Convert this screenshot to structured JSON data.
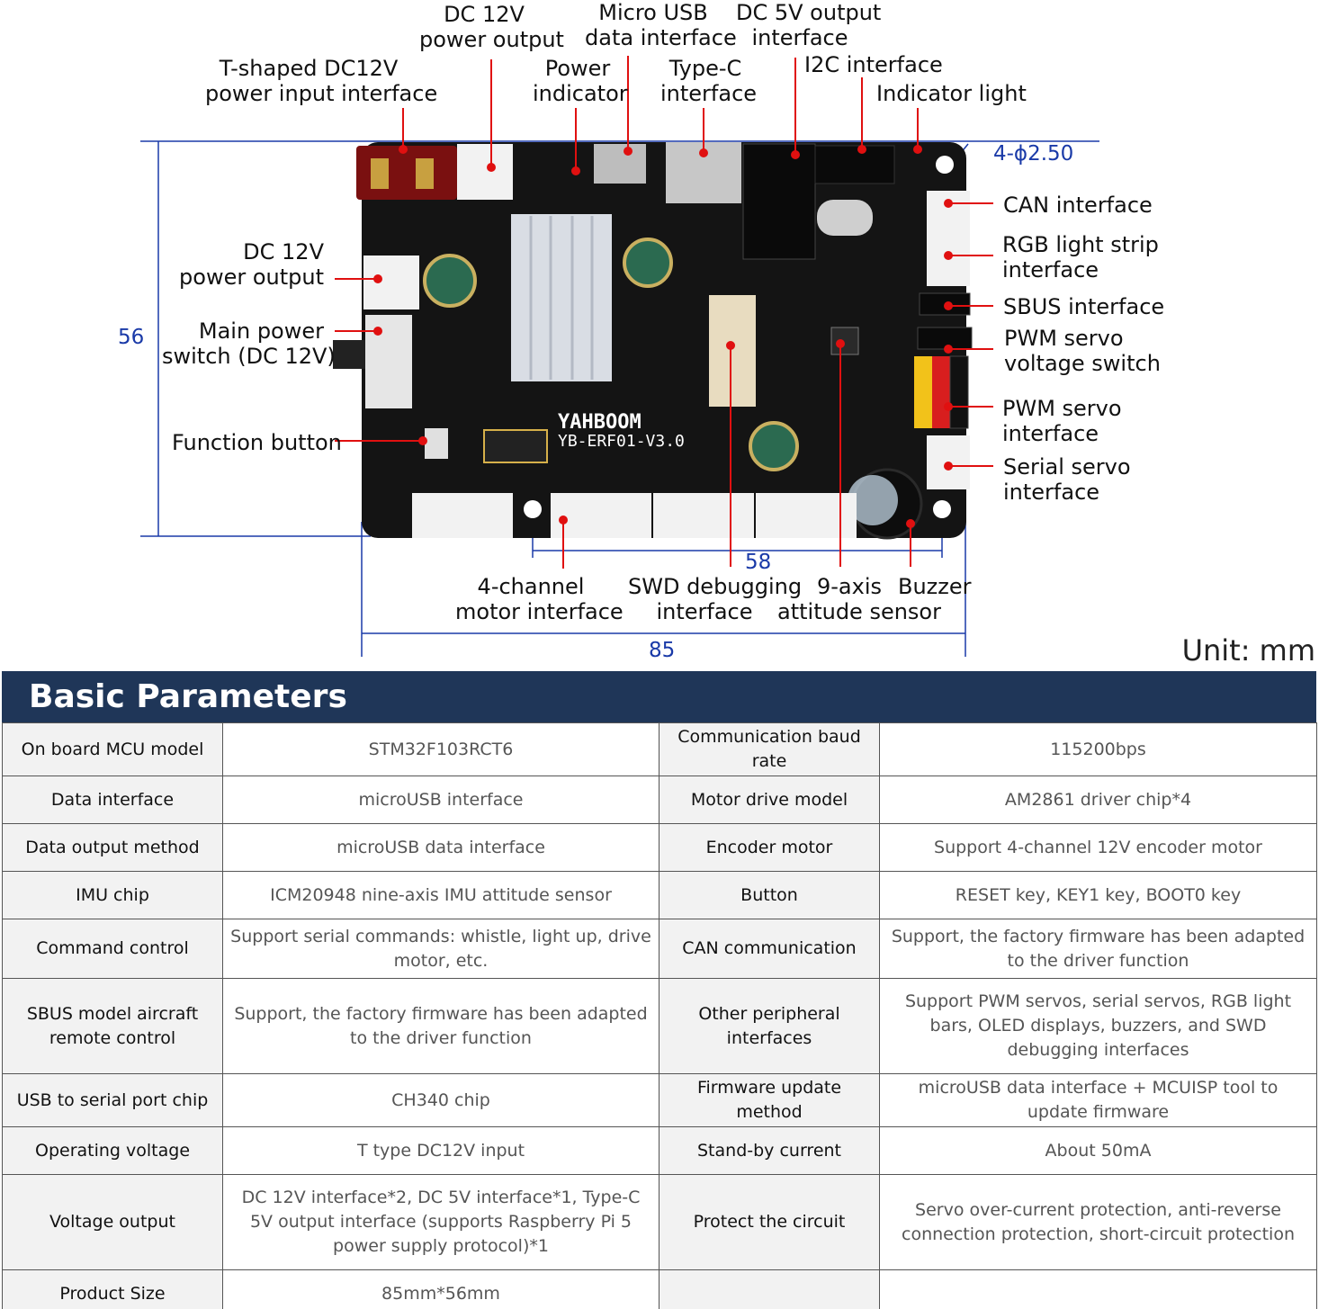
{
  "labels": {
    "dc12v_out_top": [
      "DC 12V",
      "power output"
    ],
    "micro_usb": [
      "Micro USB",
      "data interface"
    ],
    "dc5v_out": [
      "DC 5V output",
      "interface"
    ],
    "t_dc12v_in": [
      "T-shaped DC12V",
      "power input interface"
    ],
    "power_indicator": [
      "Power",
      "indicator"
    ],
    "type_c": [
      "Type-C",
      "interface"
    ],
    "i2c": "I2C interface",
    "indicator_light": "Indicator light",
    "hole_dim": "4-ϕ2.50",
    "can": "CAN interface",
    "rgb": [
      "RGB light strip",
      "interface"
    ],
    "sbus": "SBUS interface",
    "pwm_switch": [
      "PWM servo",
      "voltage switch"
    ],
    "pwm_servo": [
      "PWM servo",
      "interface"
    ],
    "serial_servo": [
      "Serial servo",
      "interface"
    ],
    "dc12v_out_left": [
      "DC 12V",
      "power output"
    ],
    "main_switch": [
      "Main power",
      "switch (DC 12V)"
    ],
    "function_button": "Function button",
    "motor_interface": [
      "4-channel",
      "motor interface"
    ],
    "swd": [
      "SWD debugging",
      "interface"
    ],
    "imu": [
      "9-axis",
      "attitude sensor"
    ],
    "buzzer": "Buzzer",
    "dim_height": "56",
    "dim_holes": "58",
    "dim_width": "85",
    "unit": "Unit: mm"
  },
  "board": {
    "name": "YAHBOOM",
    "model": "YB-ERF01-V3.0"
  },
  "params": {
    "title": "Basic Parameters",
    "rows": [
      [
        {
          "k": "On board MCU model",
          "v": "STM32F103RCT6"
        },
        {
          "k": "Communication baud rate",
          "v": "115200bps"
        }
      ],
      [
        {
          "k": "Data interface",
          "v": "microUSB interface"
        },
        {
          "k": "Motor drive model",
          "v": "AM2861 driver chip*4"
        }
      ],
      [
        {
          "k": "Data output method",
          "v": "microUSB data interface"
        },
        {
          "k": "Encoder motor",
          "v": "Support 4-channel 12V encoder motor"
        }
      ],
      [
        {
          "k": "IMU chip",
          "v": "ICM20948 nine-axis IMU attitude sensor"
        },
        {
          "k": "Button",
          "v": "RESET key, KEY1 key, BOOT0 key"
        }
      ],
      [
        {
          "k": "Command control",
          "v": "Support serial commands: whistle, light up, drive motor, etc."
        },
        {
          "k": "CAN communication",
          "v": "Support, the factory firmware has been adapted to the driver function"
        }
      ],
      [
        {
          "k": "SBUS model aircraft remote control",
          "v": "Support, the factory firmware has been adapted to the driver function"
        },
        {
          "k": "Other peripheral interfaces",
          "v": "Support PWM servos, serial servos, RGB light bars, OLED displays, buzzers, and SWD debugging interfaces"
        }
      ],
      [
        {
          "k": "USB to serial port chip",
          "v": "CH340 chip"
        },
        {
          "k": "Firmware update method",
          "v": "microUSB data interface + MCUISP tool to update firmware"
        }
      ],
      [
        {
          "k": "Operating voltage",
          "v": "T type DC12V input"
        },
        {
          "k": "Stand-by current",
          "v": "About 50mA"
        }
      ],
      [
        {
          "k": "Voltage output",
          "v": "DC 12V interface*2, DC 5V interface*1, Type-C 5V output interface (supports Raspberry Pi 5 power supply protocol)*1"
        },
        {
          "k": "Protect the circuit",
          "v": "Servo over-current protection, anti-reverse connection protection, short-circuit protection"
        }
      ],
      [
        {
          "k": "Product Size",
          "v": "85mm*56mm"
        },
        {
          "k": "",
          "v": ""
        }
      ]
    ]
  },
  "colors": {
    "header_bg": "#1f3658",
    "dimension": "#1a3aa8",
    "pointer": "#e01010",
    "pcb": "#141414"
  }
}
